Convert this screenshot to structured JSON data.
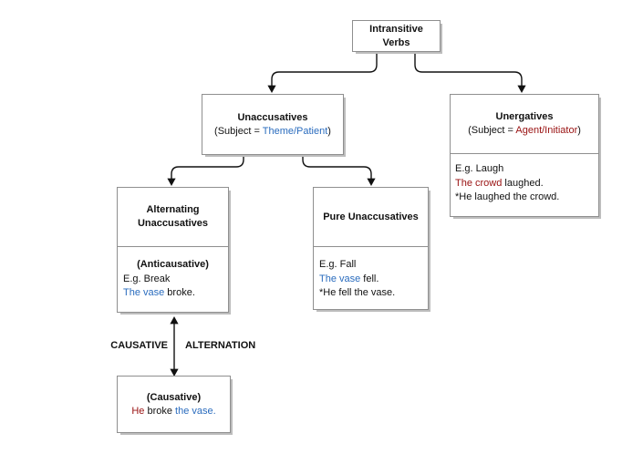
{
  "colors": {
    "subject_theme_blue": "#2a6cbe",
    "subject_agent_red": "#991111",
    "box_border_gray": "#8f8f8f",
    "connector_black": "#111111"
  },
  "nodes": {
    "root": {
      "title": "Intransitive Verbs"
    },
    "unaccusatives": {
      "title": "Unaccusatives",
      "subject_prefix": "(Subject = ",
      "subject_role": "Theme/Patient",
      "subject_suffix": ")"
    },
    "unergatives": {
      "title": "Unergatives",
      "subject_prefix": "(Subject = ",
      "subject_role": "Agent/Initiator",
      "subject_suffix": ")",
      "example": "E.g. Laugh",
      "sentence_subject": "The crowd",
      "sentence_rest": " laughed.",
      "ungrammatical": "*He laughed the crowd."
    },
    "alternating": {
      "title": "Alternating Unaccusatives",
      "subtype": "(Anticausative)",
      "example": "E.g. Break",
      "sentence_subject": "The vase",
      "sentence_rest": " broke."
    },
    "pure": {
      "title": "Pure Unaccusatives",
      "example": "E.g. Fall",
      "sentence_subject": "The vase",
      "sentence_rest": " fell.",
      "ungrammatical": "*He fell the vase."
    },
    "causative": {
      "title": "(Causative)",
      "sentence_subject": "He",
      "sentence_verb": " broke ",
      "sentence_object": "the vase."
    }
  },
  "labels": {
    "causative": "CAUSATIVE",
    "alternation": "ALTERNATION"
  }
}
